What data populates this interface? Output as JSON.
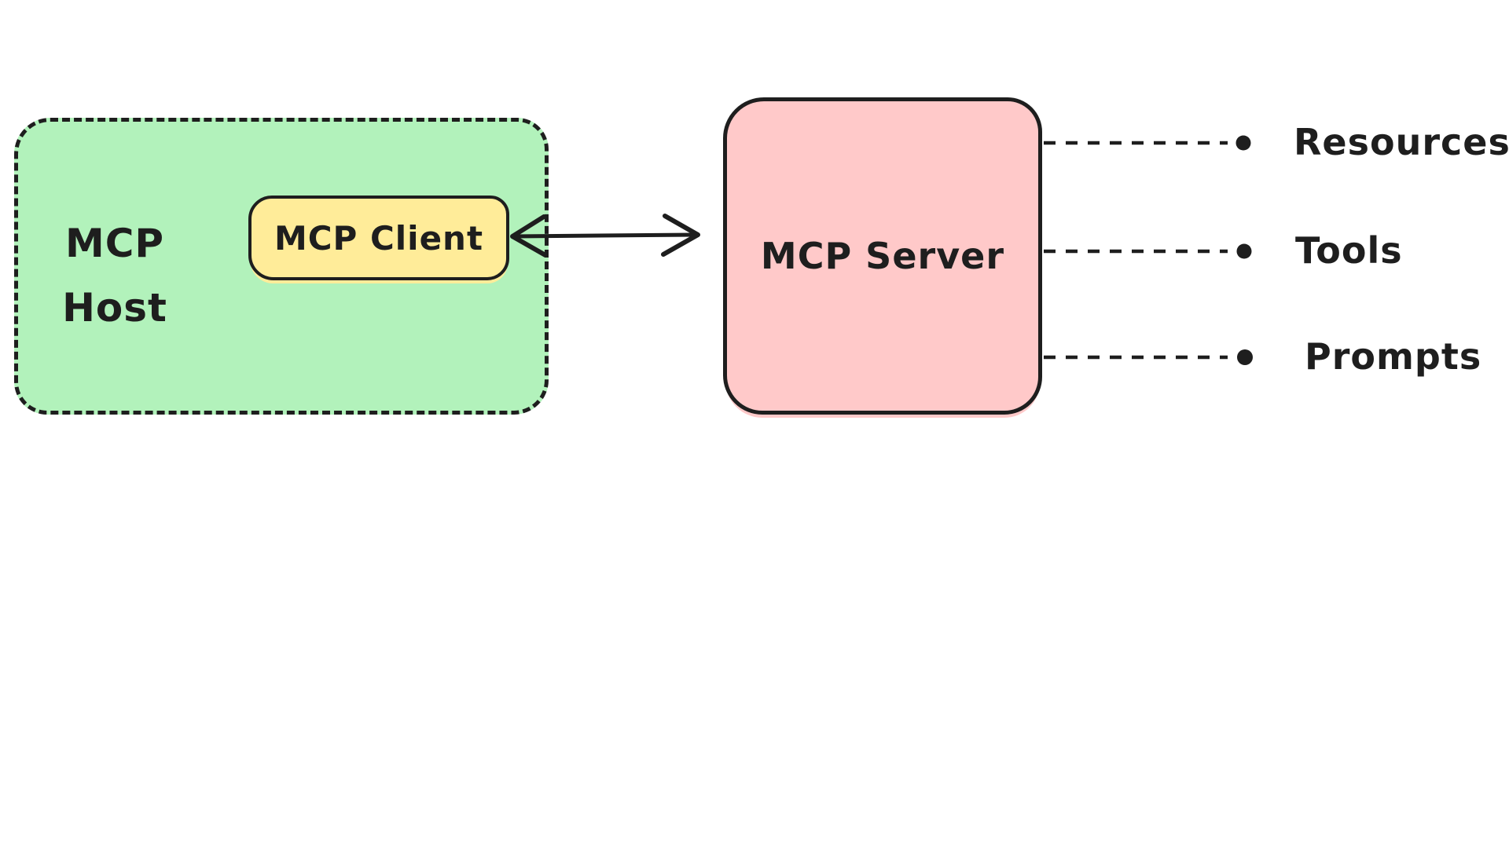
{
  "diagram": {
    "host": {
      "label": "MCP Host"
    },
    "client": {
      "label": "MCP Client"
    },
    "server": {
      "label": "MCP Server"
    },
    "endpoints": [
      {
        "label": "Resources"
      },
      {
        "label": "Tools"
      },
      {
        "label": "Prompts"
      }
    ],
    "colors": {
      "host_fill": "#b2f2bb",
      "client_fill": "#ffec99",
      "server_fill": "#ffc9c9",
      "stroke": "#1e1e1e",
      "canvas_bg": "#ffffff"
    }
  }
}
